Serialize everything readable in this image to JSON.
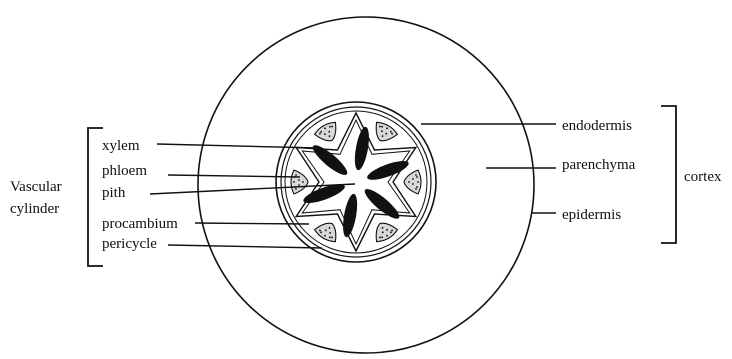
{
  "labels": {
    "xylem": "xylem",
    "phloem": "phloem",
    "pith": "pith",
    "procambium": "procambium",
    "pericycle": "pericycle",
    "endodermis": "endodermis",
    "parenchyma": "parenchyma",
    "epidermis": "epidermis"
  },
  "groups": {
    "vascular_line1": "Vascular",
    "vascular_line2": "cylinder",
    "cortex": "cortex"
  },
  "colors": {
    "stroke": "#111111",
    "background": "#ffffff",
    "phloem_fill": "#d9d9d9",
    "xylem_fill": "#111111"
  }
}
